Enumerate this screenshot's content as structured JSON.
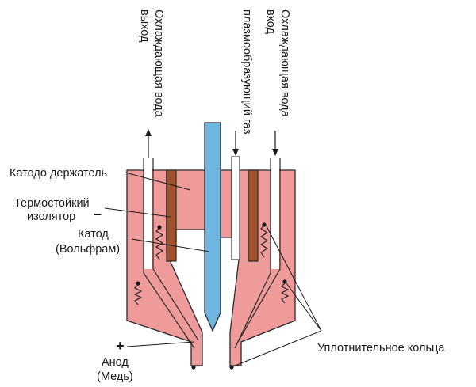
{
  "labels": {
    "cathode_holder": "Катодо держатель",
    "insulator_line1": "Термостойкий",
    "insulator_line2": "изолятор",
    "minus_sign": "–",
    "cathode_line1": "Катод",
    "cathode_line2": "(Вольфрам)",
    "plus_sign": "+",
    "anode_line1": "Анод",
    "anode_line2": "(Медь)",
    "seal_rings": "Уплотнительное кольца"
  },
  "vertical_labels": {
    "water_out_line1": "Охлаждающая вода",
    "water_out_line2": "выход",
    "plasma_gas_line1": "плазмообразующий газ",
    "water_in_line1": "Охлаждающая вода",
    "water_in_line2": "вход"
  },
  "colors": {
    "copper": "#ef9b9b",
    "insulator": "#a0522d",
    "cathode": "#6fb6e2",
    "outline": "#2a2a2a"
  }
}
